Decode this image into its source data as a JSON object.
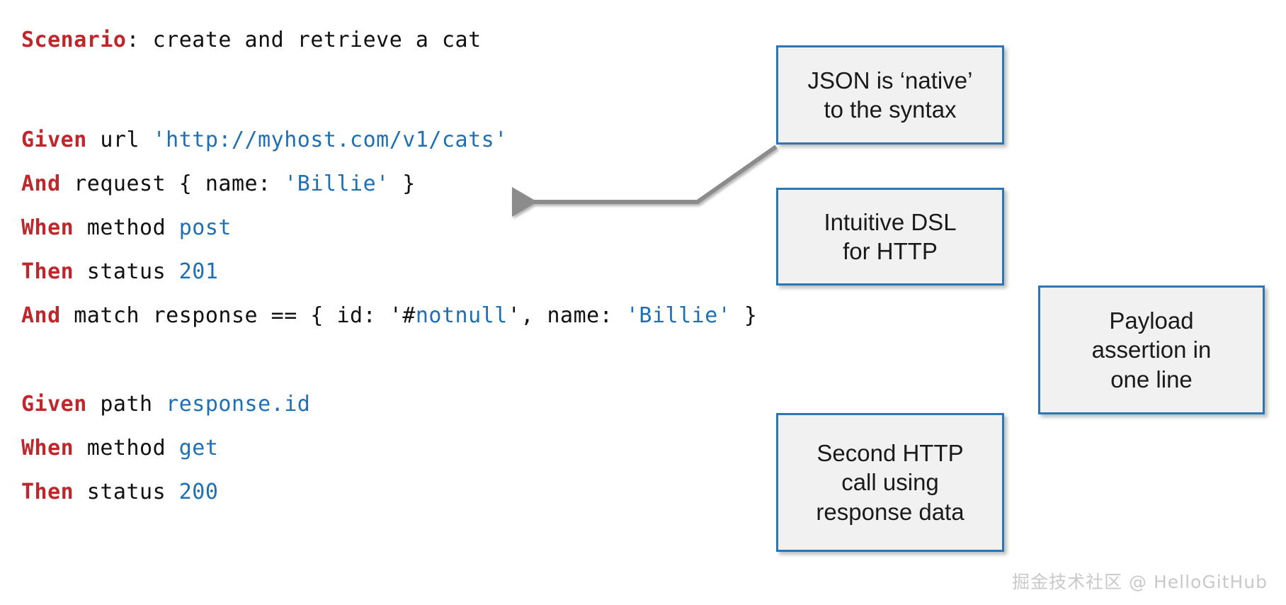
{
  "slide": {
    "background_color": "#ffffff",
    "keyword_color": "#c0272d",
    "value_color": "#1f6fb4",
    "text_color": "#111111",
    "callout_border_color": "#2e75b6",
    "callout_fill_color": "#f1f1f1",
    "arrow_color": "#8c8c8c"
  },
  "code": {
    "scenario": {
      "keyword": "Scenario",
      "rest": ": create and retrieve a cat"
    },
    "lines": [
      {
        "id": "given-url",
        "keyword": "Given",
        "middle": " url ",
        "value": "'http://myhost.com/v1/cats'",
        "tail": ""
      },
      {
        "id": "request",
        "keyword": "And",
        "middle": " request { name: ",
        "value": "'Billie'",
        "tail": " }"
      },
      {
        "id": "post",
        "keyword": "When",
        "middle": " method ",
        "value": "post",
        "tail": ""
      },
      {
        "id": "status-201",
        "keyword": "Then",
        "middle": " status ",
        "value": "201",
        "tail": ""
      },
      {
        "id": "match",
        "keyword": "And",
        "middle": " match response == { id: '#",
        "value": "notnull",
        "tail": "'",
        "middle2": ", name: ",
        "value2": "'Billie'",
        "tail2": " }"
      },
      {
        "id": "path",
        "keyword": "Given",
        "middle": " path ",
        "value": "response.id",
        "tail": ""
      },
      {
        "id": "get",
        "keyword": "When",
        "middle": " method ",
        "value": "get",
        "tail": ""
      },
      {
        "id": "status-200",
        "keyword": "Then",
        "middle": " status ",
        "value": "200",
        "tail": ""
      }
    ]
  },
  "callouts": [
    {
      "id": "json-native",
      "line1": "JSON is ‘native’",
      "line2": "to the syntax",
      "line3": ""
    },
    {
      "id": "intuitive-dsl",
      "line1": "Intuitive DSL",
      "line2": "for HTTP",
      "line3": ""
    },
    {
      "id": "payload-assertion",
      "line1": "Payload",
      "line2": "assertion in",
      "line3": "one line"
    },
    {
      "id": "second-http",
      "line1": "Second HTTP",
      "line2": "call using",
      "line3": "response data"
    }
  ],
  "watermark": {
    "text": "掘金技术社区 @ HelloGitHub"
  }
}
